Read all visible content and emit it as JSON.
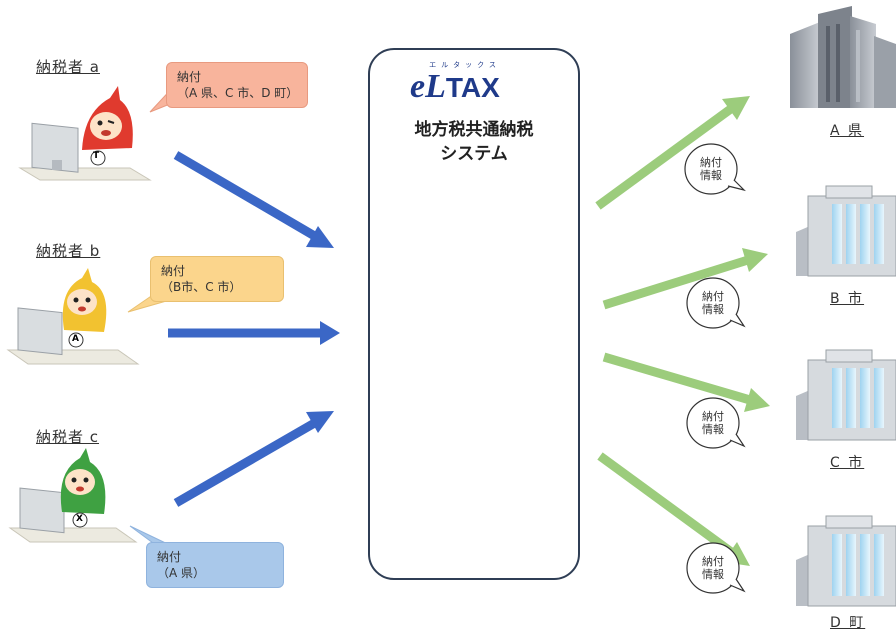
{
  "system": {
    "logo_kana": "エルタックス",
    "logo_e": "e",
    "logo_l": "L",
    "logo_tax": "TAX",
    "name_line1": "地方税共通納税",
    "name_line2": "システム"
  },
  "taxpayers": [
    {
      "label": "納税者 a",
      "bubble_line1": "納付",
      "bubble_line2": "（A 県、C 市、D 町）",
      "badge": "T"
    },
    {
      "label": "納税者 b",
      "bubble_line1": "納付",
      "bubble_line2": "（B市、C 市）",
      "badge": "A"
    },
    {
      "label": "納税者 c",
      "bubble_line1": "納付",
      "bubble_line2": "（A 県）",
      "badge": "X"
    }
  ],
  "payment_info": {
    "line1": "納付",
    "line2": "情報"
  },
  "municipalities": [
    {
      "label": "A 県"
    },
    {
      "label": "B 市"
    },
    {
      "label": "C 市"
    },
    {
      "label": "D 町"
    }
  ],
  "colors": {
    "blue_arrow": "#3b67c6",
    "green_arrow": "#9ccc7c",
    "box_border": "#2f3e55",
    "red_character": "#e03a2e",
    "yellow_character": "#f2c230",
    "green_character": "#3fa142",
    "logo": "#1f3a8a"
  }
}
